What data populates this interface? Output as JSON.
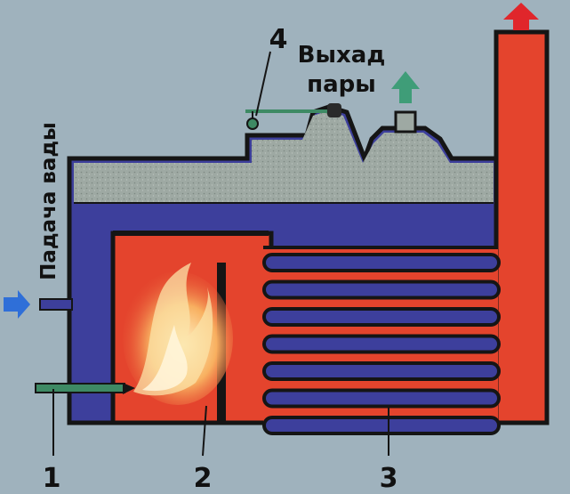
{
  "labels": {
    "water_inlet": "Падача вады",
    "steam_outlet_line1": "Выхад",
    "steam_outlet_line2": "пары",
    "callout_1": "1",
    "callout_2": "2",
    "callout_3": "3",
    "callout_4": "4"
  },
  "tube_count": 7,
  "colors": {
    "background": "#9fb2bd",
    "water": "#3d3f9c",
    "steam": "#9ea9a3",
    "fire": "#e4442d",
    "outline": "#151515",
    "arrow_in": "#2f6fd8",
    "arrow_steam": "#3f9d78",
    "arrow_exhaust": "#e0262b"
  }
}
